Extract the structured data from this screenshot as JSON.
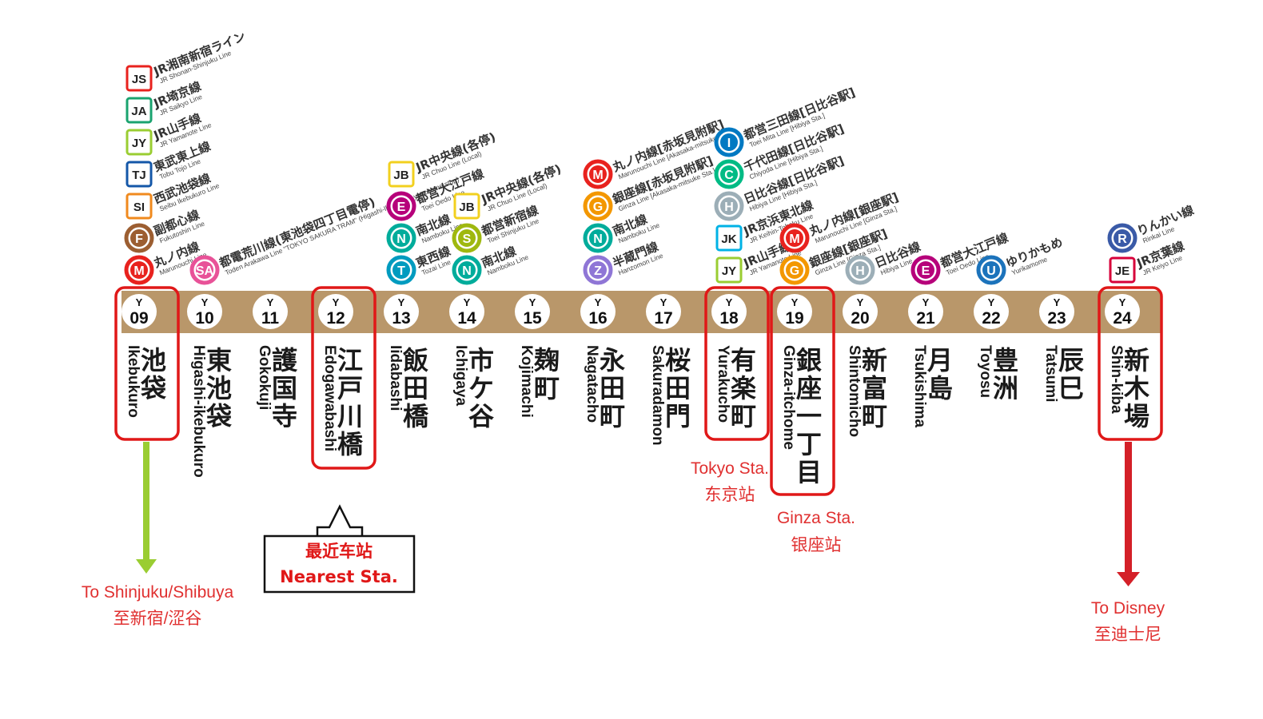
{
  "line": {
    "color": "#b9976a",
    "stations": [
      {
        "prefix": "Y",
        "num": "09",
        "jp": "池袋",
        "en": "Ikebukuro",
        "highlight": true,
        "transfers": [
          {
            "code": "M",
            "shape": "circle",
            "color": "#e8221e",
            "jp": "丸ノ内線",
            "en": "Marunouchi Line"
          },
          {
            "code": "F",
            "shape": "circle",
            "color": "#9c5e31",
            "jp": "副都心線",
            "en": "Fukutoshin Line"
          },
          {
            "code": "SI",
            "shape": "square",
            "color": "#f08a1e",
            "jp": "西武池袋線",
            "en": "Seibu Ikebukuro Line"
          },
          {
            "code": "TJ",
            "shape": "square",
            "color": "#1457a8",
            "jp": "東武東上線",
            "en": "Tobu Tojo Line"
          },
          {
            "code": "JY",
            "shape": "square",
            "color": "#9acd32",
            "jp": "JR山手線",
            "en": "JR Yamanote Line"
          },
          {
            "code": "JA",
            "shape": "square",
            "color": "#1aa36f",
            "jp": "JR埼京線",
            "en": "JR Saikyo Line"
          },
          {
            "code": "JS",
            "shape": "square",
            "color": "#e8221e",
            "jp": "JR湘南新宿ライン",
            "en": "JR Shonan-Shinjuku Line"
          }
        ]
      },
      {
        "prefix": "Y",
        "num": "10",
        "jp": "東池袋",
        "en": "Higashi-ikebukuro",
        "highlight": false,
        "transfers": [
          {
            "code": "SA",
            "shape": "circle",
            "color": "#e85298",
            "jp": "都電荒川線(東池袋四丁目電停)",
            "en": "Toden Arakawa Line \"TOKYO SAKURA TRAM\" (Higashi-Ikebukuro-yonchome stop)"
          }
        ]
      },
      {
        "prefix": "Y",
        "num": "11",
        "jp": "護国寺",
        "en": "Gokokuji",
        "highlight": false,
        "transfers": []
      },
      {
        "prefix": "Y",
        "num": "12",
        "jp": "江戸川橋",
        "en": "Edogawabashi",
        "highlight": true,
        "transfers": []
      },
      {
        "prefix": "Y",
        "num": "13",
        "jp": "飯田橋",
        "en": "Iidabashi",
        "highlight": false,
        "transfers": [
          {
            "code": "T",
            "shape": "circle",
            "color": "#009bbf",
            "jp": "東西線",
            "en": "Tozai Line"
          },
          {
            "code": "N",
            "shape": "circle",
            "color": "#00ac9b",
            "jp": "南北線",
            "en": "Namboku Line"
          },
          {
            "code": "E",
            "shape": "circle",
            "color": "#b6007a",
            "jp": "都営大江戸線",
            "en": "Toei Oedo Line"
          },
          {
            "code": "JB",
            "shape": "square",
            "color": "#f2d01f",
            "jp": "JR中央線(各停)",
            "en": "JR Chuo Line (Local)"
          }
        ]
      },
      {
        "prefix": "Y",
        "num": "14",
        "jp": "市ケ谷",
        "en": "Ichigaya",
        "highlight": false,
        "transfers": [
          {
            "code": "N",
            "shape": "circle",
            "color": "#00ac9b",
            "jp": "南北線",
            "en": "Namboku Line"
          },
          {
            "code": "S",
            "shape": "circle",
            "color": "#9fb80f",
            "jp": "都営新宿線",
            "en": "Toei Shinjuku Line"
          },
          {
            "code": "JB",
            "shape": "square",
            "color": "#f2d01f",
            "jp": "JR中央線(各停)",
            "en": "JR Chuo Line (Local)"
          }
        ]
      },
      {
        "prefix": "Y",
        "num": "15",
        "jp": "麹町",
        "en": "Kojimachi",
        "highlight": false,
        "transfers": []
      },
      {
        "prefix": "Y",
        "num": "16",
        "jp": "永田町",
        "en": "Nagatacho",
        "highlight": false,
        "transfers": [
          {
            "code": "Z",
            "shape": "circle",
            "color": "#8f76d6",
            "jp": "半蔵門線",
            "en": "Hanzomon Line"
          },
          {
            "code": "N",
            "shape": "circle",
            "color": "#00ac9b",
            "jp": "南北線",
            "en": "Namboku Line"
          },
          {
            "code": "G",
            "shape": "circle",
            "color": "#f39700",
            "jp": "銀座線[赤坂見附駅]",
            "en": "Ginza Line [Akasaka-mitsuke Sta.]"
          },
          {
            "code": "M",
            "shape": "circle",
            "color": "#e8221e",
            "jp": "丸ノ内線[赤坂見附駅]",
            "en": "Marunouchi Line [Akasaka-mitsuke Sta.]"
          }
        ]
      },
      {
        "prefix": "Y",
        "num": "17",
        "jp": "桜田門",
        "en": "Sakuradamon",
        "highlight": false,
        "transfers": []
      },
      {
        "prefix": "Y",
        "num": "18",
        "jp": "有楽町",
        "en": "Yurakucho",
        "highlight": true,
        "transfers": [
          {
            "code": "JY",
            "shape": "square",
            "color": "#9acd32",
            "jp": "JR山手線",
            "en": "JR Yamanote Line"
          },
          {
            "code": "JK",
            "shape": "square",
            "color": "#00b2e5",
            "jp": "JR京浜東北線",
            "en": "JR Keihin-Tohoku Line"
          },
          {
            "code": "H",
            "shape": "circle",
            "color": "#9caeb7",
            "jp": "日比谷線[日比谷駅]",
            "en": "Hibiya Line [Hibiya Sta.]"
          },
          {
            "code": "C",
            "shape": "circle",
            "color": "#00bb85",
            "jp": "千代田線[日比谷駅]",
            "en": "Chiyoda Line [Hibiya Sta.]"
          },
          {
            "code": "I",
            "shape": "circle",
            "color": "#0079c2",
            "jp": "都営三田線[日比谷駅]",
            "en": "Toei Mita Line [Hibiya Sta.]"
          }
        ]
      },
      {
        "prefix": "Y",
        "num": "19",
        "jp": "銀座一丁目",
        "en": "Ginza-itchome",
        "highlight": true,
        "transfers": [
          {
            "code": "G",
            "shape": "circle",
            "color": "#f39700",
            "jp": "銀座線[銀座駅]",
            "en": "Ginza Line [Ginza Sta.]"
          },
          {
            "code": "M",
            "shape": "circle",
            "color": "#e8221e",
            "jp": "丸ノ内線[銀座駅]",
            "en": "Marunouchi Line [Ginza Sta.]"
          }
        ]
      },
      {
        "prefix": "Y",
        "num": "20",
        "jp": "新富町",
        "en": "Shintomicho",
        "highlight": false,
        "transfers": [
          {
            "code": "H",
            "shape": "circle",
            "color": "#9caeb7",
            "jp": "日比谷線",
            "en": "Hibiya Line"
          }
        ]
      },
      {
        "prefix": "Y",
        "num": "21",
        "jp": "月島",
        "en": "Tsukishima",
        "highlight": false,
        "transfers": [
          {
            "code": "E",
            "shape": "circle",
            "color": "#b6007a",
            "jp": "都営大江戸線",
            "en": "Toei Oedo Line"
          }
        ]
      },
      {
        "prefix": "Y",
        "num": "22",
        "jp": "豊洲",
        "en": "Toyosu",
        "highlight": false,
        "transfers": [
          {
            "code": "U",
            "shape": "circle",
            "color": "#1c73bb",
            "jp": "ゆりかもめ",
            "en": "Yurikamome"
          }
        ]
      },
      {
        "prefix": "Y",
        "num": "23",
        "jp": "辰巳",
        "en": "Tatsumi",
        "highlight": false,
        "transfers": []
      },
      {
        "prefix": "Y",
        "num": "24",
        "jp": "新木場",
        "en": "Shin-kiba",
        "highlight": true,
        "transfers": [
          {
            "code": "JE",
            "shape": "square",
            "color": "#d7003a",
            "jp": "JR京葉線",
            "en": "JR Keiyo Line"
          },
          {
            "code": "R",
            "shape": "circle",
            "color": "#3a5aa7",
            "jp": "りんかい線",
            "en": "Rinkai Line"
          }
        ]
      }
    ]
  },
  "notes": {
    "west_en": "To Shinjuku/Shibuya",
    "west_cn": "至新宿/涩谷",
    "east_en": "To Disney",
    "east_cn": "至迪士尼",
    "tokyo_en": "Tokyo Sta.",
    "tokyo_cn": "东京站",
    "ginza_en": "Ginza Sta.",
    "ginza_cn": "银座站",
    "nearest_cn": "最近车站",
    "nearest_en": "Nearest Sta."
  },
  "colors": {
    "highlight": "#e01818",
    "west_arrow": "#9acd32",
    "east_arrow": "#d42028",
    "note_text": "#e03030"
  }
}
